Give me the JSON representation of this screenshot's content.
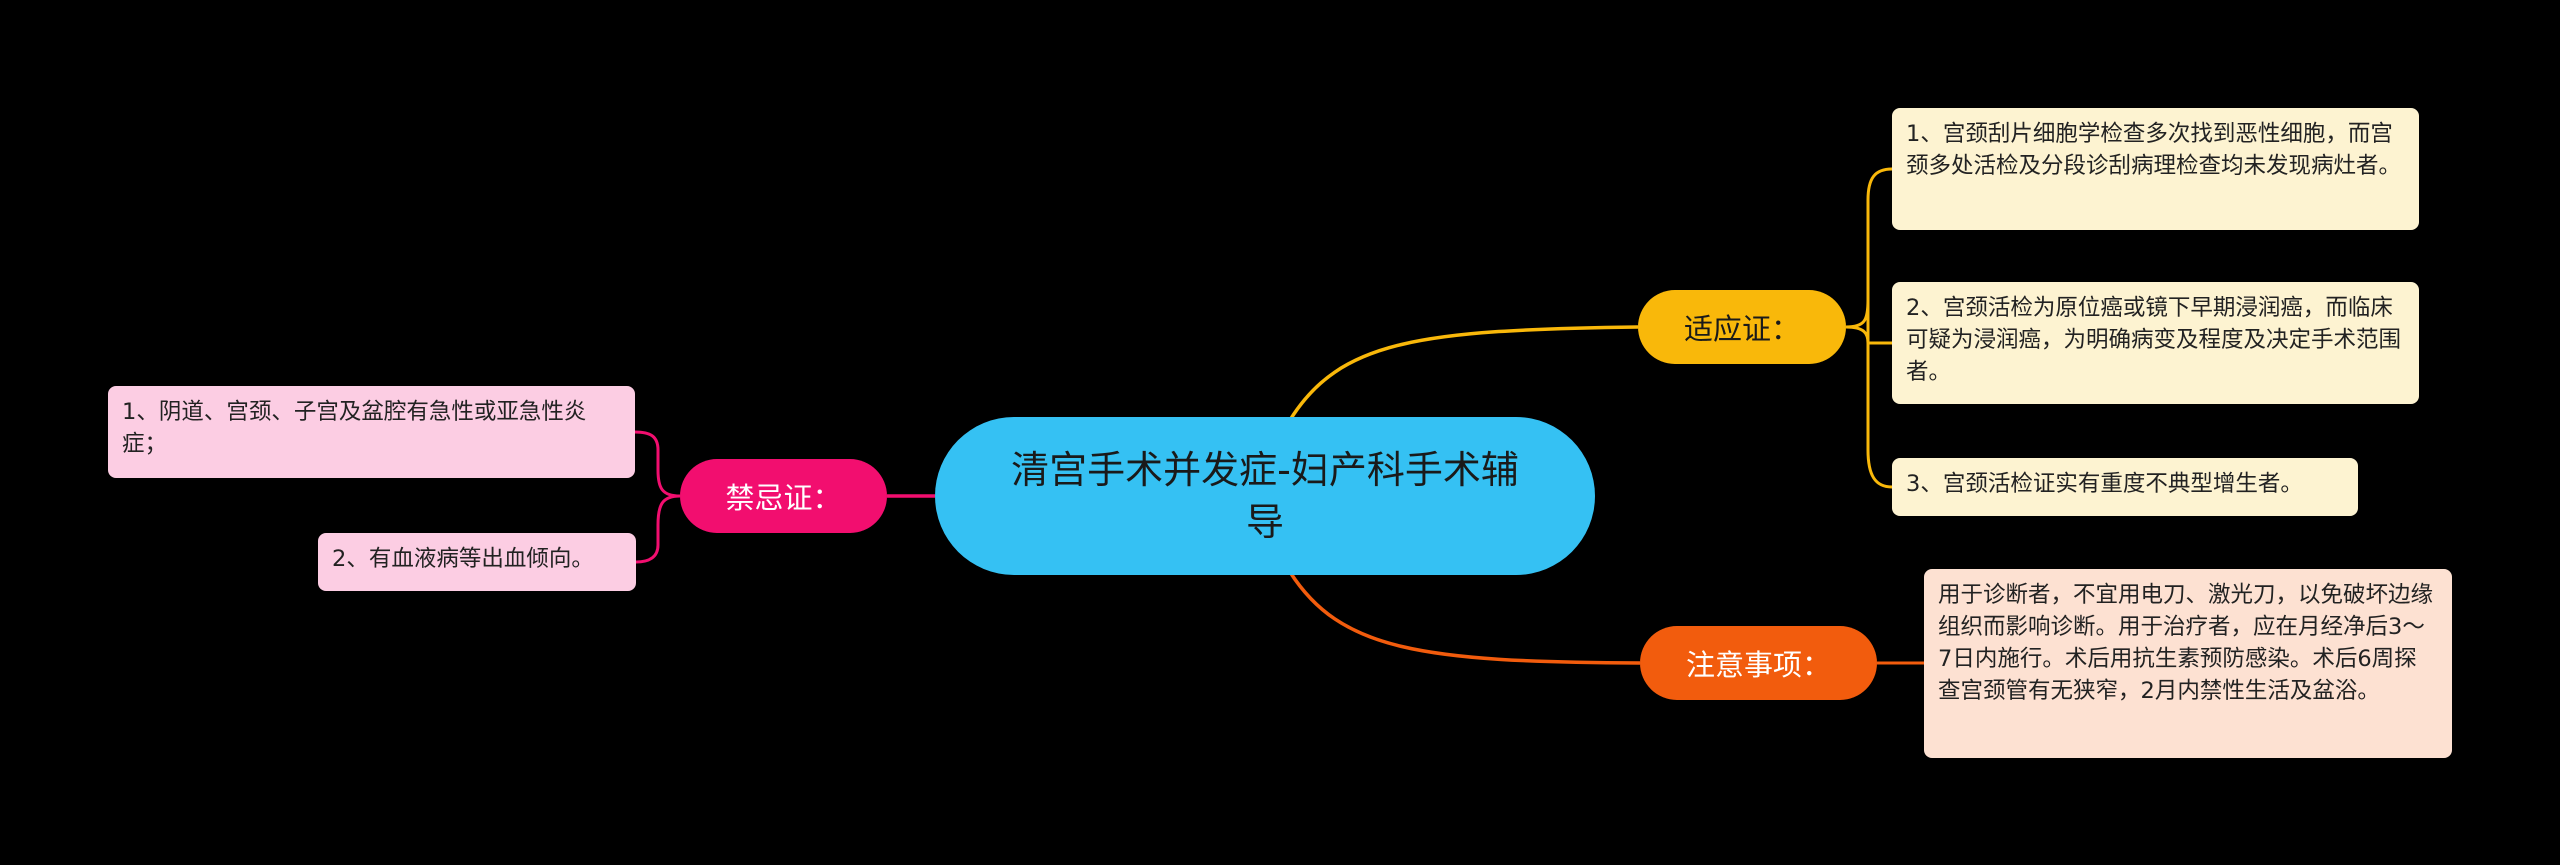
{
  "central": {
    "title": "清宫手术并发症-妇产科手术辅导"
  },
  "branches": {
    "indications": {
      "label": "适应证：",
      "items": [
        "1、宫颈刮片细胞学检查多次找到恶性细胞，而宫颈多处活检及分段诊刮病理检查均未发现病灶者。",
        "2、宫颈活检为原位癌或镜下早期浸润癌，而临床可疑为浸润癌，为明确病变及程度及决定手术范围者。",
        "3、宫颈活检证实有重度不典型增生者。"
      ]
    },
    "contraindications": {
      "label": "禁忌证：",
      "items": [
        "1、阴道、宫颈、子宫及盆腔有急性或亚急性炎症；",
        "2、有血液病等出血倾向。"
      ]
    },
    "notes": {
      "label": "注意事项：",
      "items": [
        "用于诊断者，不宜用电刀、激光刀，以免破坏边缘组织而影响诊断。用于治疗者，应在月经净后3～7日内施行。术后用抗生素预防感染。术后6周探查宫颈管有无狭窄，2月内禁性生活及盆浴。"
      ]
    }
  },
  "colors": {
    "background": "#000000",
    "central": "#35c1f3",
    "indications": "#f9b80a",
    "contraindications": "#f20e6f",
    "notes": "#f25c0d",
    "leaf_indications": "#fdf3d1",
    "leaf_contraindications": "#fccde3",
    "leaf_notes": "#fde1d2"
  }
}
